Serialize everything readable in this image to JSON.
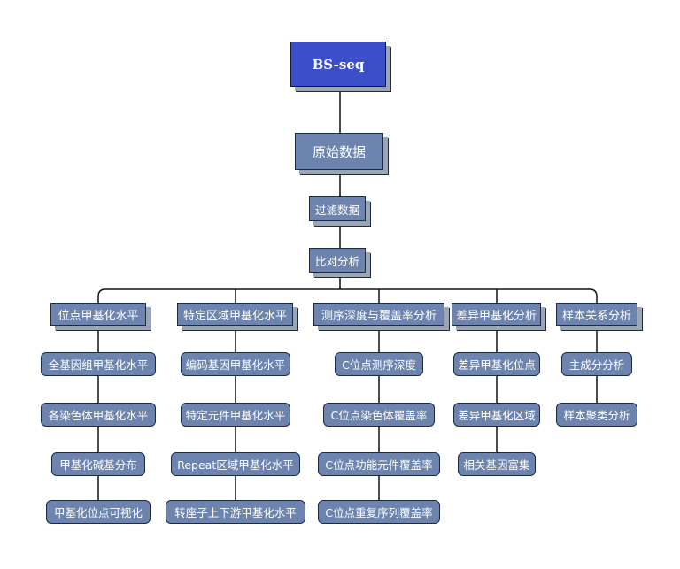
{
  "root": "BS-seq",
  "chain": [
    "原始数据",
    "过滤数据",
    "比对分析"
  ],
  "categories": [
    {
      "label": "位点甲基化水平",
      "items": [
        "全基因组甲基化水平",
        "各染色体甲基化水平",
        "甲基化碱基分布",
        "甲基化位点可视化"
      ]
    },
    {
      "label": "特定区域甲基化水平",
      "items": [
        "编码基因甲基化水平",
        "特定元件甲基化水平",
        "Repeat区域甲基化水平",
        "转座子上下游甲基化水平"
      ]
    },
    {
      "label": "测序深度与覆盖率分析",
      "items": [
        "C位点测序深度",
        "C位点染色体覆盖率",
        "C位点功能元件覆盖率",
        "C位点重复序列覆盖率"
      ]
    },
    {
      "label": "差异甲基化分析",
      "items": [
        "差异甲基化位点",
        "差异甲基化区域",
        "相关基因富集"
      ]
    },
    {
      "label": "样本关系分析",
      "items": [
        "主成分分析",
        "样本聚类分析"
      ]
    }
  ],
  "colors": {
    "root_fill": "#3b4fc8",
    "node_fill": "#6d84ae",
    "border": "#1d2a44",
    "text": "#ffffff"
  }
}
